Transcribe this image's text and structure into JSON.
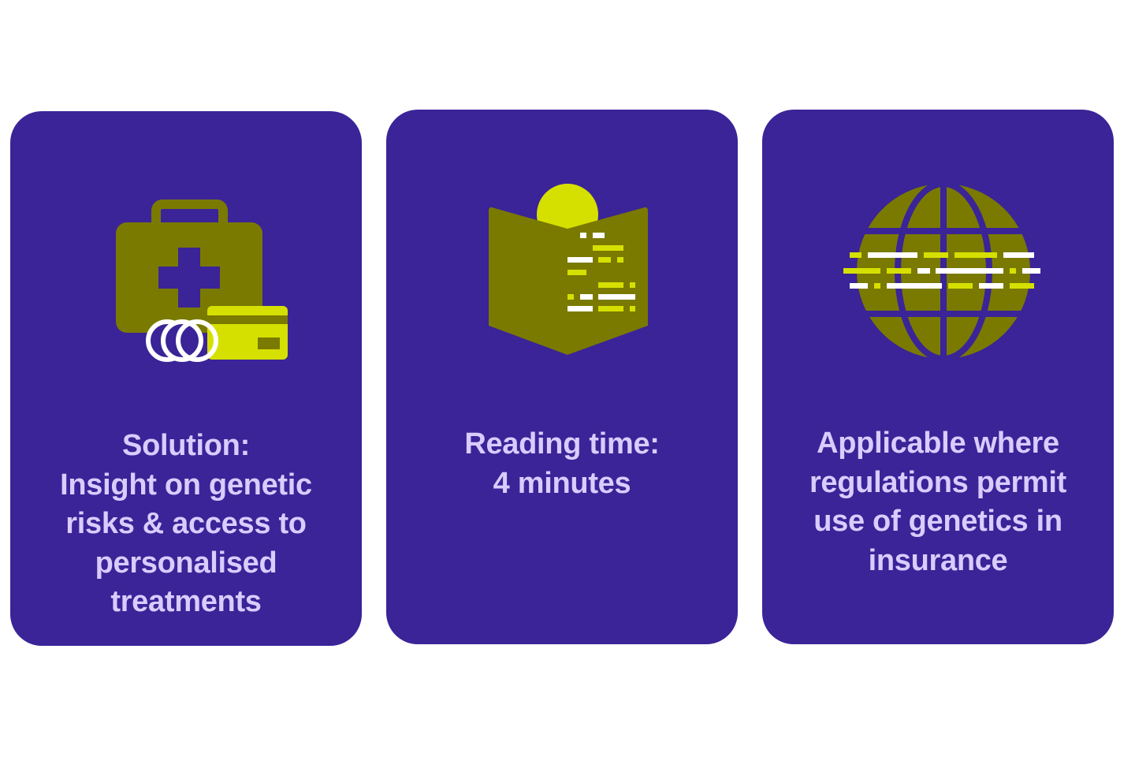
{
  "colors": {
    "card": "#3a2497",
    "olive": "#7a7a00",
    "lime": "#d6e000",
    "text": "#d9ccff"
  },
  "cards": [
    {
      "icon": "medical-kit-payment-icon",
      "lines": [
        "Solution:",
        "Insight on genetic",
        "risks & access to",
        "personalised",
        "treatments"
      ]
    },
    {
      "icon": "reading-book-icon",
      "lines": [
        "Reading time:",
        "4 minutes"
      ]
    },
    {
      "icon": "globe-data-icon",
      "lines": [
        "Applicable where",
        "regulations permit",
        "use of genetics in",
        "insurance"
      ]
    }
  ]
}
